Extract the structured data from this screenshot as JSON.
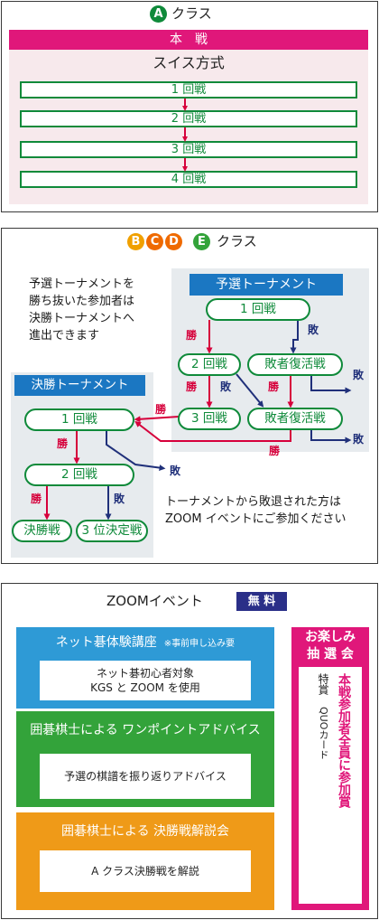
{
  "colors": {
    "green": "#0f8a3a",
    "magenta": "#e0177a",
    "red": "#d6003b",
    "navy": "#20307a",
    "blue_band": "#2e9ad6",
    "green_band": "#33a33a",
    "orange_band": "#ef9a18",
    "pink_bg": "#f7e9ec",
    "gray_bg": "#e7ebee",
    "blue_header": "#1b77c2"
  },
  "a_class": {
    "badge": "A",
    "title": "クラス",
    "main_bar": "本　戦",
    "format": "スイス方式",
    "rounds": [
      "1 回戦",
      "2 回戦",
      "3 回戦",
      "4 回戦"
    ]
  },
  "bcde_class": {
    "badges": [
      "B",
      "C",
      "D",
      "E"
    ],
    "title": "クラス",
    "intro": "予選トーナメントを\n勝ち抜いた参加者は\n決勝トーナメントへ\n進出できます",
    "prelim": {
      "header": "予選トーナメント",
      "round1": "1 回戦",
      "round2": "2 回戦",
      "round3": "3 回戦",
      "repechage1": "敗者復活戦",
      "repechage2": "敗者復活戦"
    },
    "final": {
      "header": "決勝トーナメント",
      "round1": "1 回戦",
      "round2": "2 回戦",
      "final_match": "決勝戦",
      "third_place": "3 位決定戦"
    },
    "win": "勝",
    "lose": "敗",
    "note": "トーナメントから敗退された方は\nZOOM イベントにご参加ください"
  },
  "zoom": {
    "title": "ZOOMイベント",
    "badge": "無 料",
    "events": [
      {
        "title": "ネット碁体験講座",
        "note": "※事前申し込み要",
        "body": "ネット碁初心者対象\nKGS と ZOOM を使用"
      },
      {
        "title": "囲碁棋士による ワンポイントアドバイス",
        "note": "",
        "body": "予選の棋譜を振り返りアドバイス"
      },
      {
        "title": "囲碁棋士による 決勝戦解説会",
        "note": "",
        "body": "A クラス決勝戦を解説"
      }
    ],
    "lottery": {
      "title": "お楽しみ\n抽 選 会",
      "prize_label": "特賞",
      "prize": "QUOカード",
      "highlight": "本戦参加者全員に参加賞"
    }
  }
}
